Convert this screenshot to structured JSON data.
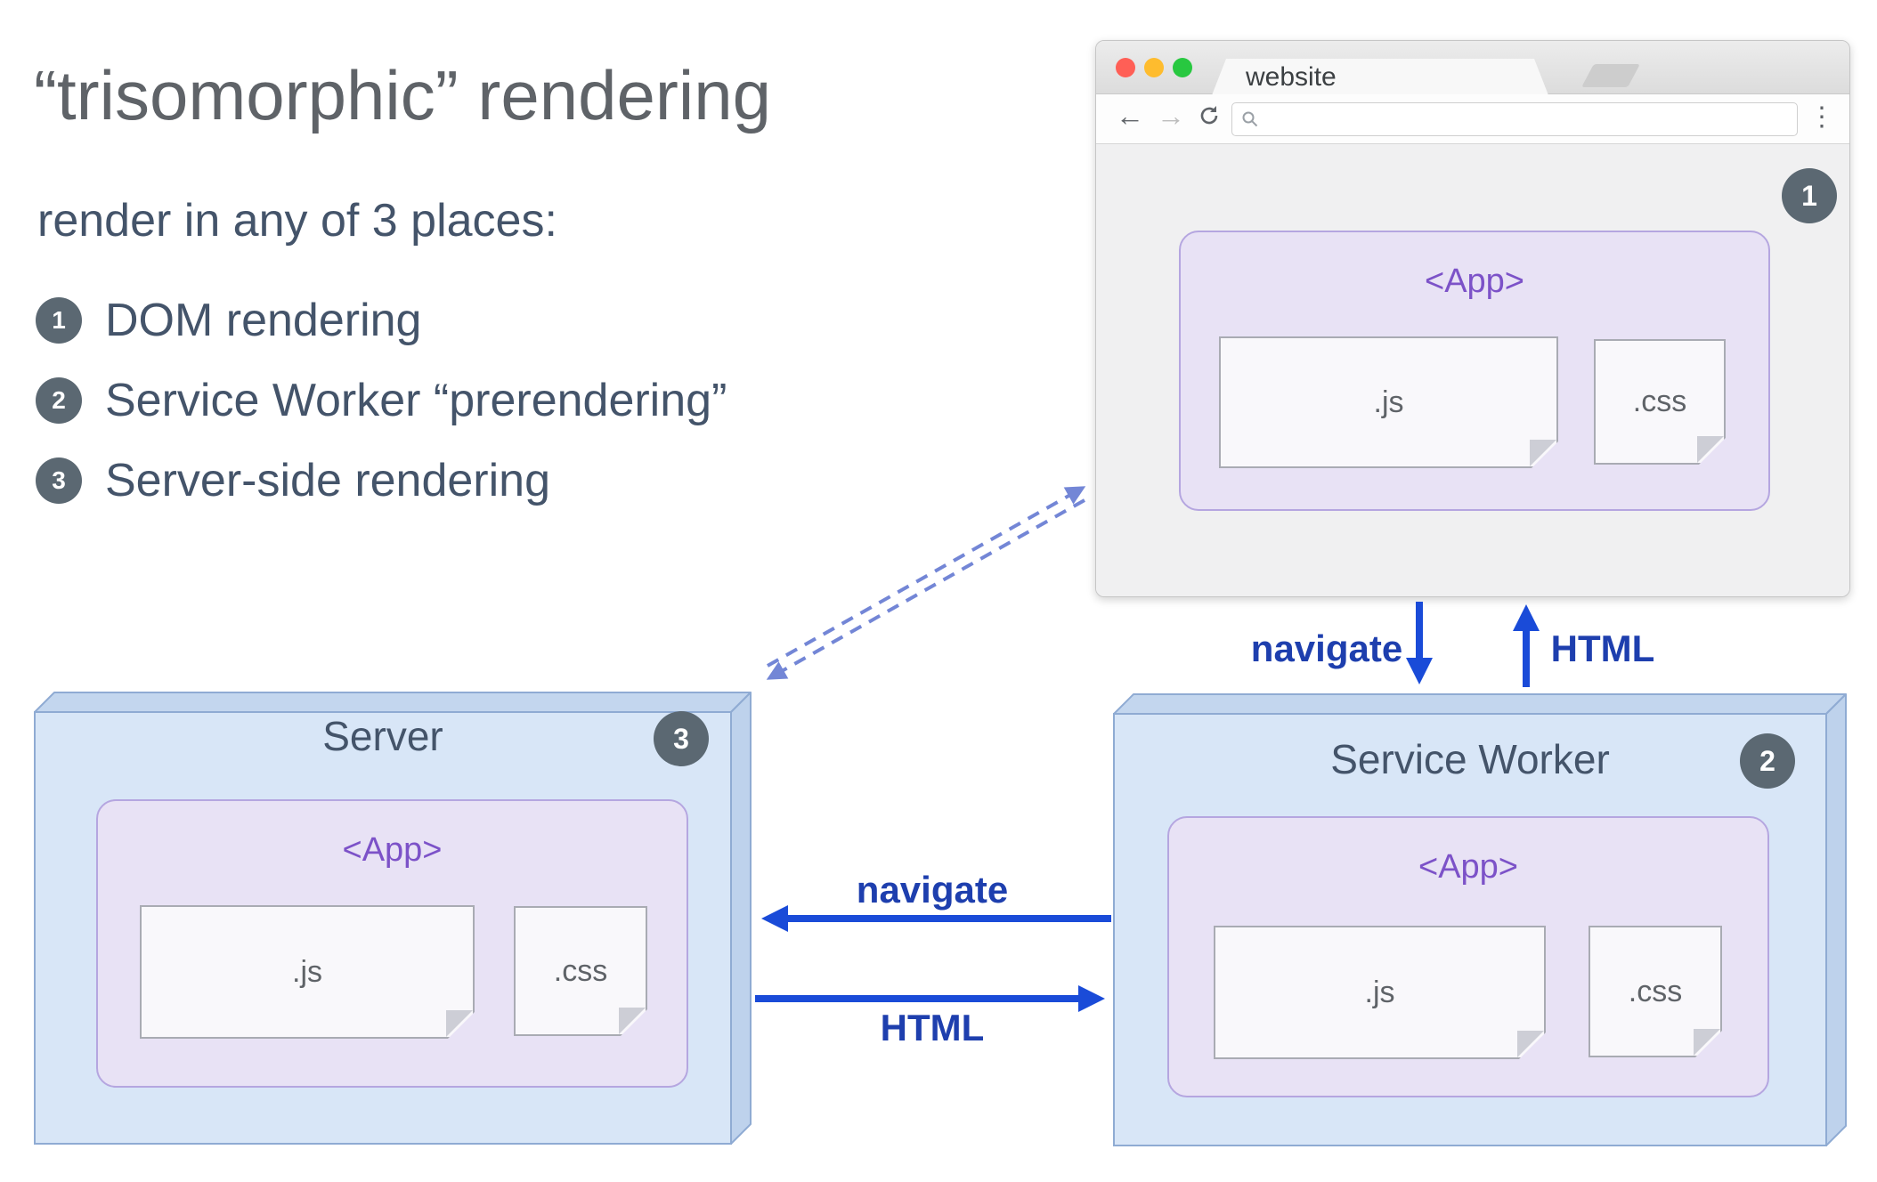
{
  "left_panel": {
    "title": "“trisomorphic” rendering",
    "subtitle": "render in any of 3 places:",
    "items": [
      {
        "num": "1",
        "label": "DOM rendering"
      },
      {
        "num": "2",
        "label": "Service Worker “prerendering”"
      },
      {
        "num": "3",
        "label": "Server-side rendering"
      }
    ]
  },
  "browser": {
    "tab_title": "website",
    "badge": "1",
    "app": {
      "title": "<App>",
      "js": ".js",
      "css": ".css"
    }
  },
  "server_box": {
    "title": "Server",
    "badge": "3",
    "app": {
      "title": "<App>",
      "js": ".js",
      "css": ".css"
    }
  },
  "service_worker_box": {
    "title": "Service Worker",
    "badge": "2",
    "app": {
      "title": "<App>",
      "js": ".js",
      "css": ".css"
    }
  },
  "arrows": {
    "navigate_down": "navigate",
    "html_up": "HTML",
    "navigate_left": "navigate",
    "html_right": "HTML"
  },
  "colors": {
    "accent_purple": "#7c52c8",
    "arrow_blue": "#1a4bd8",
    "dashed_blue": "#7386d6",
    "label_blue": "#1e3fae",
    "badge_gray": "#5b6872",
    "box_blue_front": "#d8e6f7",
    "app_lavender": "#e8e2f5",
    "title_gray": "#5f6368",
    "text_slate": "#44546a"
  }
}
